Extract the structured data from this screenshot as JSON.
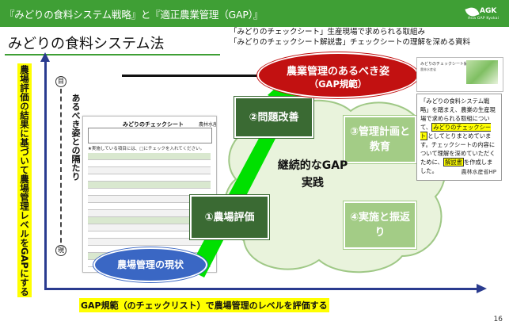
{
  "header": {
    "title": "『みどりの食料システム戦略』と『適正農業管理（GAP）』",
    "logo_text": "AGK",
    "logo_sub": "Asia GAP Kyokai"
  },
  "page": {
    "title": "みどりの食料システム法",
    "ref_line_1": "「みどりのチェックシート」生産現場で求められる取組み",
    "ref_line_2": "「みどりのチェックシート解説書」チェックシートの理解を深める資料",
    "page_number": "16"
  },
  "axes": {
    "vertical_label": "農場評価の結果に基づいて農場管理レベルをGAPにする",
    "horizontal_label": "GAP規範（のチェックリスト）で農場管理のレベルを評価する",
    "marker_top": "目",
    "marker_bottom": "現",
    "dashed_label": "あるべき姿との隔たり"
  },
  "document": {
    "title": "みどりのチェックシート",
    "org": "農林水産省",
    "note": "★実施している項目には、□にチェックを入れてください。"
  },
  "cycle": {
    "step1": "①農場評価",
    "step2": "②問題改善",
    "step3": "③管理計画と教育",
    "step4": "④実施と振返り",
    "center": "継続的なGAP実践"
  },
  "goal": {
    "line1": "農業管理のあるべき姿",
    "line2": "（GAP規範）"
  },
  "current": {
    "label": "農場管理の現状"
  },
  "side": {
    "thumb_title": "みどりのチェックシート解説書",
    "thumb_sub": "農林水産省",
    "info_p1": "「みどりの食料システム戦略」を踏まえ、農業の生産現場で求められる取組について、",
    "info_hl1": "みどりのチェックシート",
    "info_p2": "としてとりまとめています。チェックシートの内容について理解を深めていただくために、",
    "info_hl2": "解説書",
    "info_p3": "を作成しました。",
    "info_org": "農林水産省HP"
  }
}
